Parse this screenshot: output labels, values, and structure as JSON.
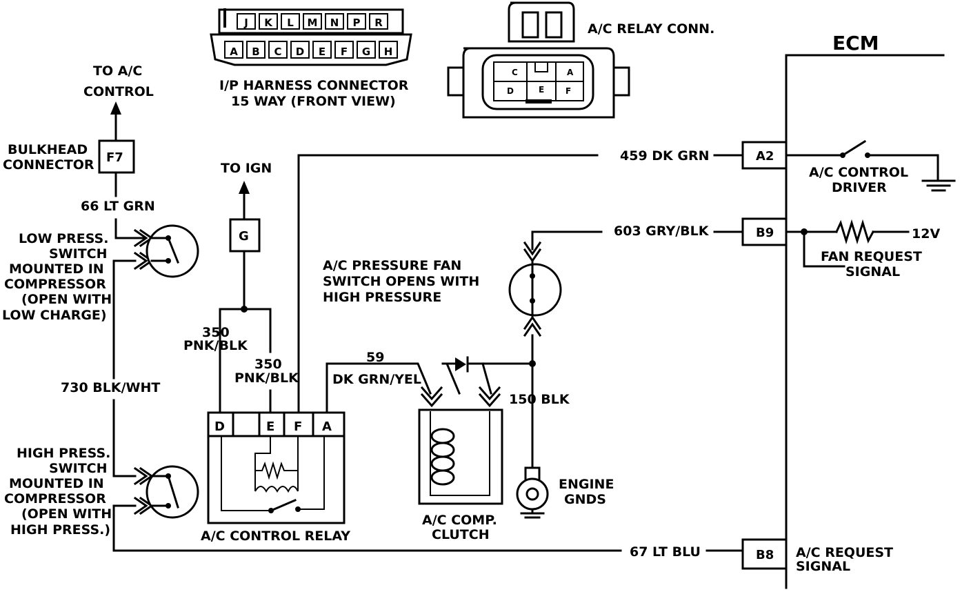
{
  "ecm": {
    "title": "ECM",
    "pins": {
      "a2": "A2",
      "b9": "B9",
      "b8": "B8"
    },
    "a2_label": [
      "A/C CONTROL",
      "DRIVER"
    ],
    "b9_label": [
      "FAN REQUEST",
      "SIGNAL"
    ],
    "b9_voltage": "12V",
    "b8_label": [
      "A/C REQUEST",
      "SIGNAL"
    ]
  },
  "wires": {
    "w459": "459 DK GRN",
    "w603": "603 GRY/BLK",
    "w67": "67 LT BLU",
    "w66": "66 LT GRN",
    "w730": "730 BLK/WHT",
    "w350a": [
      "350",
      "PNK/BLK"
    ],
    "w350b": [
      "350",
      "PNK/BLK"
    ],
    "w59": [
      "59",
      "DK GRN/YEL"
    ],
    "w150": "150 BLK"
  },
  "to_ac_control": [
    "TO A/C",
    "CONTROL"
  ],
  "bulkhead": {
    "label": [
      "BULKHEAD",
      "CONNECTOR"
    ],
    "pin": "F7"
  },
  "to_ign": "TO IGN",
  "ign_pin": "G",
  "low_press_switch": [
    "LOW PRESS.",
    "SWITCH",
    "MOUNTED IN",
    "COMPRESSOR",
    "(OPEN WITH",
    "LOW CHARGE)"
  ],
  "high_press_switch": [
    "HIGH PRESS.",
    "SWITCH",
    "MOUNTED IN",
    "COMPRESSOR",
    "(OPEN WITH",
    "HIGH PRESS.)"
  ],
  "fan_switch_note": [
    "A/C PRESSURE FAN",
    "SWITCH OPENS WITH",
    "HIGH PRESSURE"
  ],
  "relay": {
    "label": "A/C CONTROL RELAY",
    "pins": [
      "D",
      "E",
      "F",
      "A"
    ]
  },
  "clutch_label": [
    "A/C COMP.",
    "CLUTCH"
  ],
  "engine_gnds": [
    "ENGINE",
    "GNDS"
  ],
  "ip_connector": {
    "label": [
      "I/P HARNESS CONNECTOR",
      "15 WAY (FRONT VIEW)"
    ],
    "top_row": [
      "J",
      "K",
      "L",
      "M",
      "N",
      "P",
      "R"
    ],
    "bottom_row": [
      "A",
      "B",
      "C",
      "D",
      "E",
      "F",
      "G",
      "H"
    ]
  },
  "relay_conn": {
    "label": "A/C RELAY CONN.",
    "cavities": [
      "C",
      "A",
      "D",
      "E",
      "F"
    ]
  }
}
